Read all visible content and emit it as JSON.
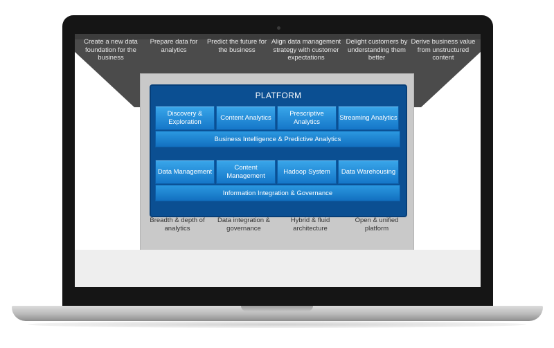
{
  "goals": [
    "Create a new data foundation for the business",
    "Prepare data for analytics",
    "Predict the future for the business",
    "Align data management strategy with customer expectations",
    "Delight customers by understanding them better",
    "Derive business value from unstructured content"
  ],
  "platform": {
    "title": "PLATFORM",
    "analytics_row": [
      "Discovery & Exploration",
      "Content Analytics",
      "Prescriptive Analytics",
      "Streaming Analytics"
    ],
    "analytics_bar": "Business Intelligence & Predictive Analytics",
    "data_row": [
      "Data Management",
      "Content Management",
      "Hadoop System",
      "Data Warehousing"
    ],
    "data_bar": "Information Integration & Governance"
  },
  "attributes": [
    "Breadth & depth of analytics",
    "Data integration & governance",
    "Hybrid & fluid architecture",
    "Open & unified platform"
  ],
  "colors": {
    "platform_blue": "#0b4f92",
    "cell_blue": "#2b98e0",
    "frame_grey": "#c9c9c9",
    "bezel": "#151515"
  }
}
